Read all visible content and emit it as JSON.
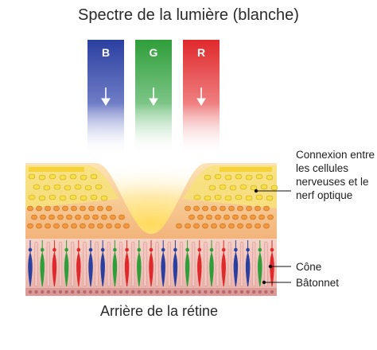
{
  "title": "Spectre de la lumière (blanche)",
  "beams": [
    {
      "label": "B",
      "color": "#2b3fa0"
    },
    {
      "label": "G",
      "color": "#2f9e3a"
    },
    {
      "label": "R",
      "color": "#e0292c"
    }
  ],
  "labels": {
    "connexion": "Connexion entre les cellules nerveuses et le nerf optique",
    "cone": "Cône",
    "batonnet": "Bâtonnet"
  },
  "caption": "Arrière de la rétine",
  "colors": {
    "tissue_top": "#fbd9a4",
    "tissue_mid": "#f3b37a",
    "ganglion_layer": "#f6e36a",
    "rod_color": "#e8b4b0",
    "pointer": "#111111"
  }
}
